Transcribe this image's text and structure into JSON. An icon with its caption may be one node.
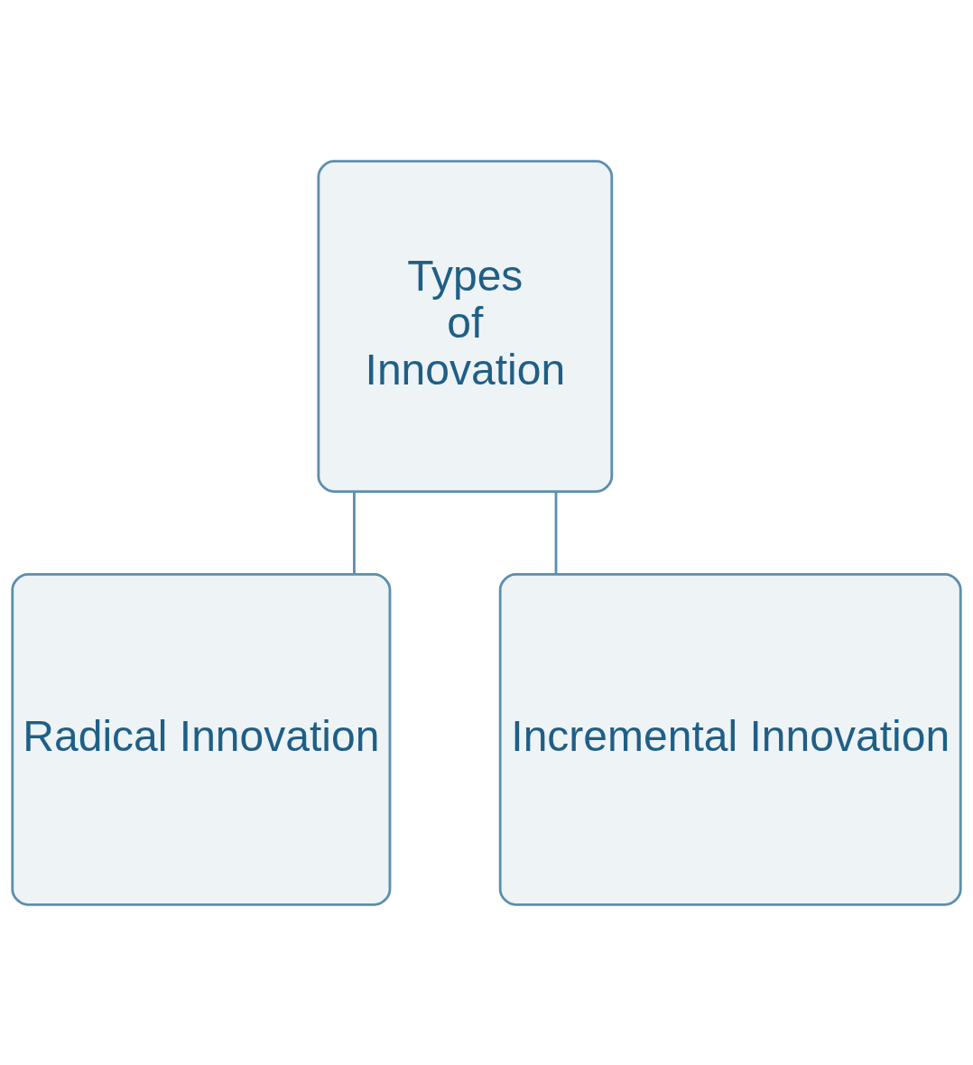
{
  "diagram": {
    "nodes": [
      {
        "text": [
          "Types of Innovation"
        ]
      },
      {
        "text": [
          "Radical Innovation"
        ]
      },
      {
        "text": [
          "Incremental Innovation"
        ]
      }
    ],
    "edges": [
      {
        "from": 0,
        "to": 1,
        "arrow": "none"
      },
      {
        "from": 0,
        "to": 2,
        "arrow": "none"
      }
    ]
  }
}
